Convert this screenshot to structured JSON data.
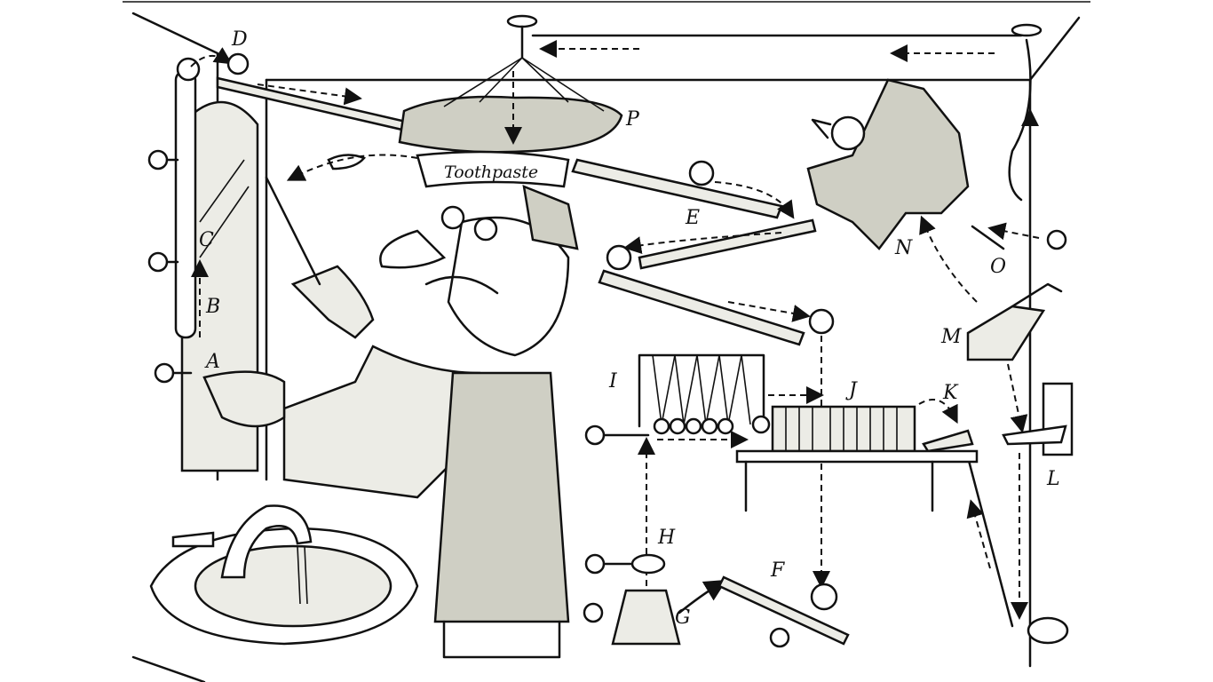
{
  "illustration": {
    "toothpaste_label": "Toothpaste",
    "step_labels": [
      "A",
      "B",
      "C",
      "D",
      "E",
      "F",
      "G",
      "H",
      "I",
      "J",
      "K",
      "L",
      "M",
      "N",
      "O",
      "P"
    ],
    "colors": {
      "ink": "#111111",
      "shade": "#cfcfc4",
      "background": "#ffffff"
    }
  }
}
